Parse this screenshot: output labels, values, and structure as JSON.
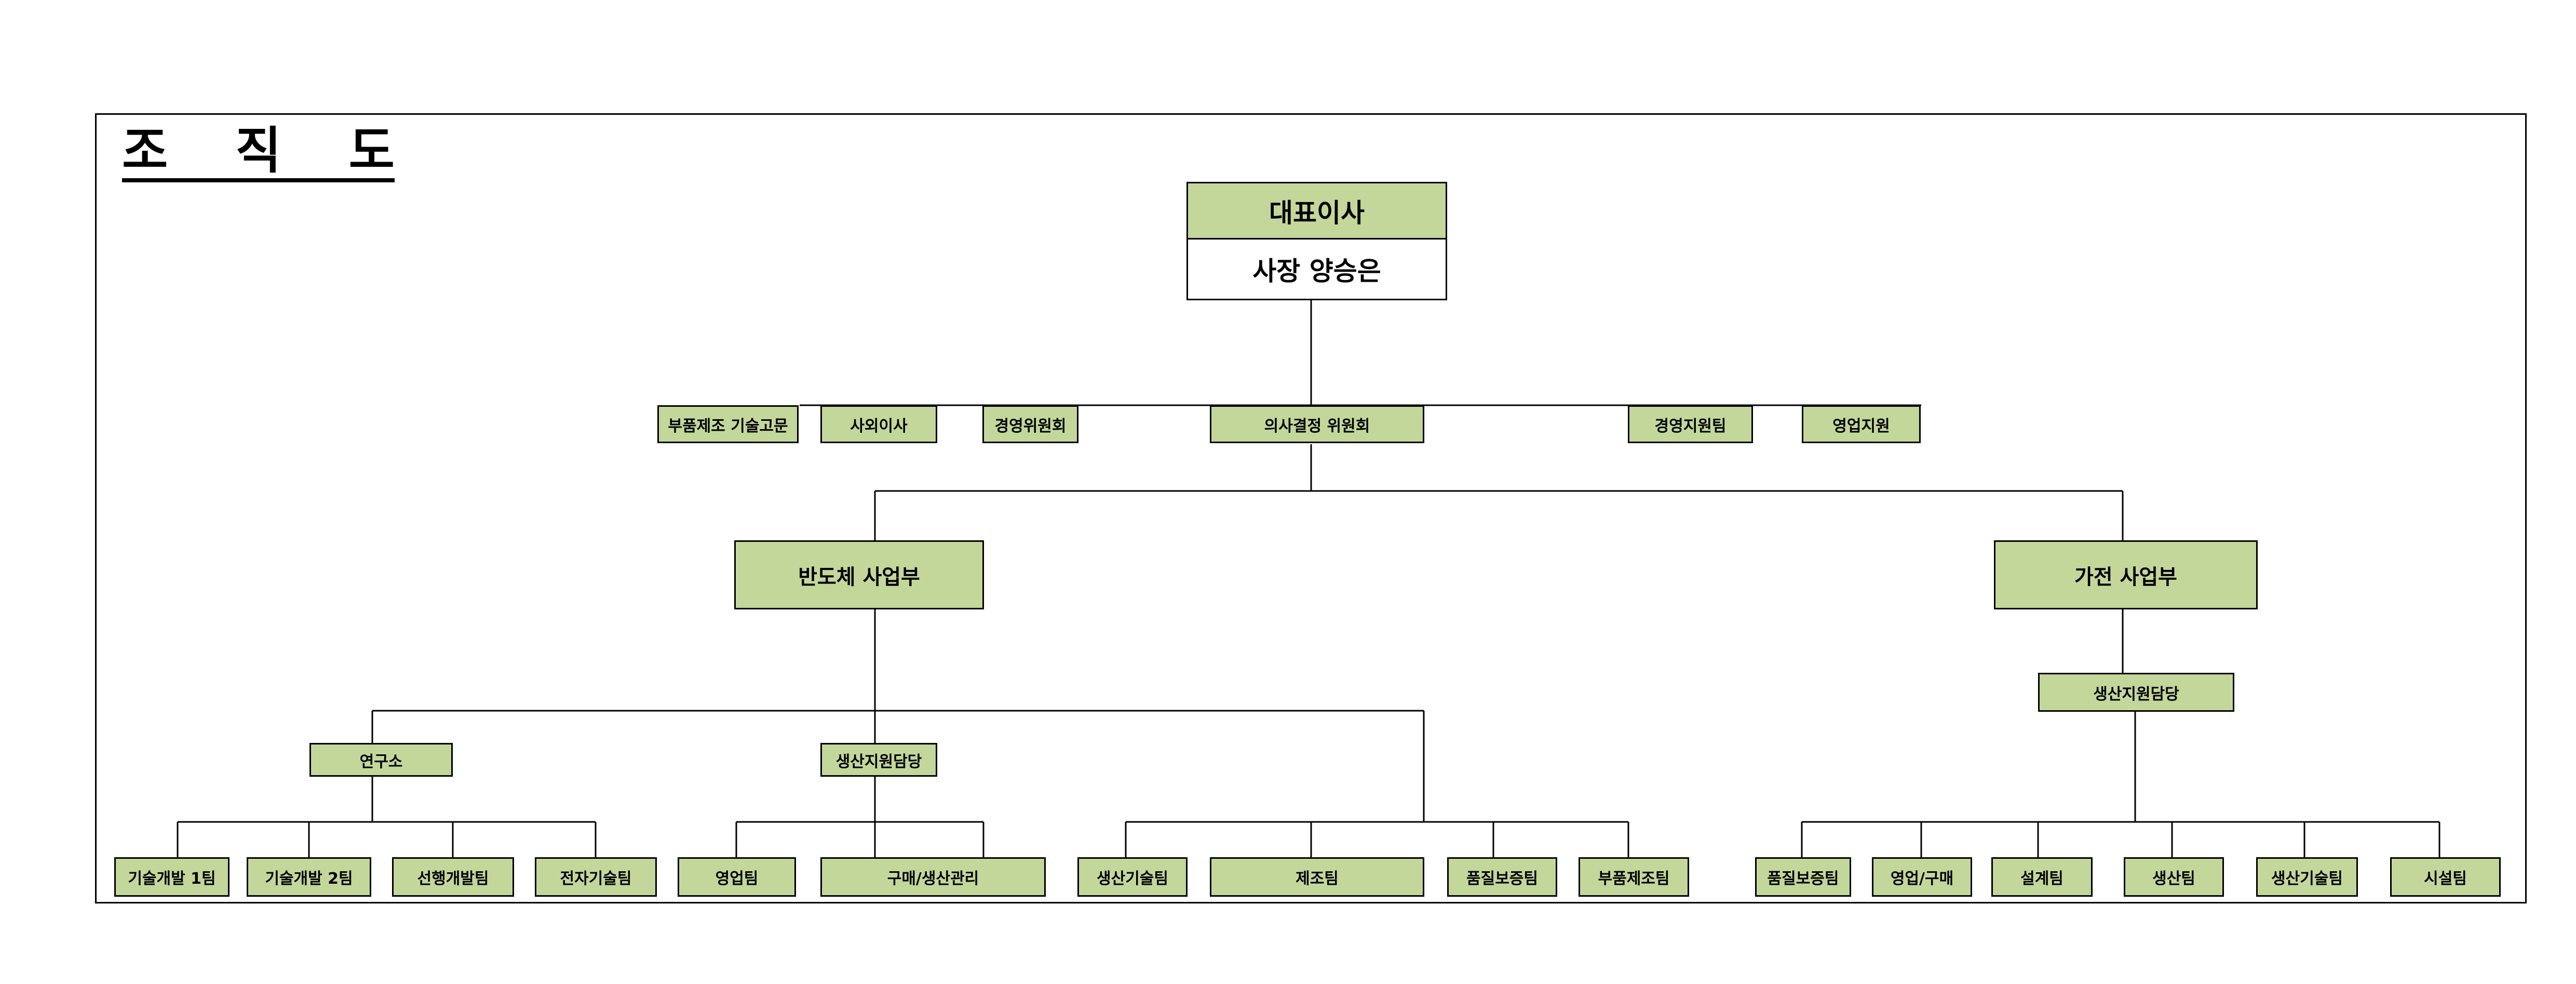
{
  "title": [
    "조",
    "직",
    "도"
  ],
  "ceo": {
    "role": "대표이사",
    "name": "사장 양승은"
  },
  "staff": {
    "advisor": "부품제조 기술고문",
    "outside_director": "사외이사",
    "management_committee": "경영위원회",
    "decision_committee": "의사결정 위원회",
    "management_support": "경영지원팀",
    "sales_support": "영업지원"
  },
  "divisions": {
    "semiconductor": "반도체 사업부",
    "appliance": "가전 사업부"
  },
  "semiconductor": {
    "lab": "연구소",
    "production_support": "생산지원담당",
    "lab_teams": [
      "기술개발 1팀",
      "기술개발 2팀",
      "선행개발팀",
      "전자기술팀"
    ],
    "support_teams": [
      "영업팀",
      "구매/생산관리"
    ],
    "direct_teams": [
      "생산기술팀",
      "제조팀",
      "품질보증팀",
      "부품제조팀"
    ]
  },
  "appliance": {
    "production_support": "생산지원담당",
    "teams": [
      "품질보증팀",
      "영업/구매",
      "설계팀",
      "생산팀",
      "생산기술팀",
      "시설팀"
    ]
  },
  "colors": {
    "box_fill": "#c4d79b",
    "line": "#000000"
  }
}
